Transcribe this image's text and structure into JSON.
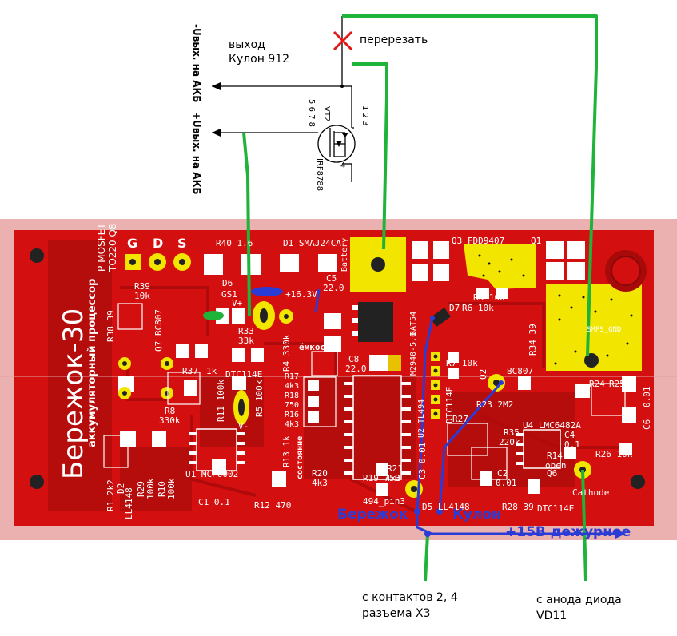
{
  "top": {
    "output_line1": "выход",
    "output_line2": "Кулон 912",
    "cut_label": "перерезать",
    "minus_label": "-Uвых. на АКБ",
    "plus_label": "+Uвых. на АКБ",
    "transistor_name": "VT2",
    "transistor_part": "IRF8788",
    "pins_left": "5 6 7 8",
    "pins_right": "1 2 3",
    "pin_gate": "4"
  },
  "board": {
    "title": "Бережок-30",
    "subtitle": "аккумуляторный процессор",
    "mosfet_line1": "P-MOSFET",
    "mosfet_line2": "TO220 Q8",
    "g": "G",
    "d": "D",
    "s": "S",
    "r40": "R40 1.6",
    "d1": "D1 SMAJ24CA",
    "battery": "Battery",
    "q3": "Q3 FDD9407",
    "q1": "Q1",
    "d6": "D6",
    "gs1": "GS1",
    "vplus": "V+",
    "c5": "C5",
    "c5v": "22.0",
    "v163": "+16.3V",
    "r3": "R3 10k",
    "r6": "R6 10k",
    "d7": "D7",
    "bat54": "BAT54",
    "smps": "SMPS_GND",
    "r39": "R39",
    "r39v": "10k",
    "r38": "R38 39",
    "q7": "Q7 BC807",
    "r33": "R33",
    "r33v": "33k",
    "r4": "R4 330k",
    "capacity": "ёмкость",
    "c8": "C8",
    "c8v": "22.0",
    "ldo": "M2940-5.0",
    "r34": "R34 39",
    "r37": "R37",
    "r37v": "1k",
    "dtc1": "DTC114E",
    "r17": "R17",
    "r17v": "4k3",
    "r18": "R18",
    "r18v": "750",
    "r16": "R16",
    "r16v": "4k3",
    "r7": "R7 10k",
    "dtc_v": "DTC114E",
    "q2": "Q2",
    "bc807b": "BC807",
    "r24": "R24",
    "r25": "R25",
    "c6": "C6",
    "c6v": "0.01",
    "r11": "R11 100k",
    "r5": "R5 100k",
    "r8": "R8",
    "r8v": "330k",
    "vminus": "V-",
    "r27": "R27",
    "r23": "R23 2M2",
    "r35": "R35",
    "r35v": "220k",
    "u4": "U4 LMC6482A",
    "c4": "C4",
    "c4v": "0.1",
    "state": "состояние",
    "r20": "R20",
    "r20v": "4k3",
    "r13": "R13 1k",
    "r21": "R21",
    "r21v": "4k3",
    "r19": "R19 750",
    "r14": "R14",
    "r14v": "open",
    "r26": "R26 10k",
    "r1": "R1 2k2",
    "d2": "D2",
    "ll4148": "LL4148",
    "r29": "R29",
    "r29v": "100k",
    "r10": "R10",
    "r10v": "100k",
    "u1": "U1 MCP6002",
    "c1": "C1 0.1",
    "r12": "R12 470",
    "c3": "C3 0.01",
    "pin3": "494_pin3",
    "d5": "D5 LL4148",
    "r28": "R28 39",
    "c2": "C2",
    "c2v": "0.01",
    "q6": "Q6",
    "cathode": "Cathode",
    "dtc2": "DTC114E",
    "u2": "U2 TL494"
  },
  "annotations": {
    "berezhok": "Бережок",
    "kulon": "Кулон",
    "standby": "+15В дежурное",
    "contacts_line1": "с контактов 2, 4",
    "contacts_line2": "разъема X3",
    "anode_line1": "с анода диода",
    "anode_line2": "VD11"
  },
  "colors": {
    "board": "#d40f0f",
    "board_dark": "#a80a0a",
    "silk": "#ffffff",
    "copper": "#f2e600",
    "green": "#1fb33a",
    "blue": "#2b3bd6",
    "cut": "#e01818",
    "frame": "#e8a6a6"
  }
}
